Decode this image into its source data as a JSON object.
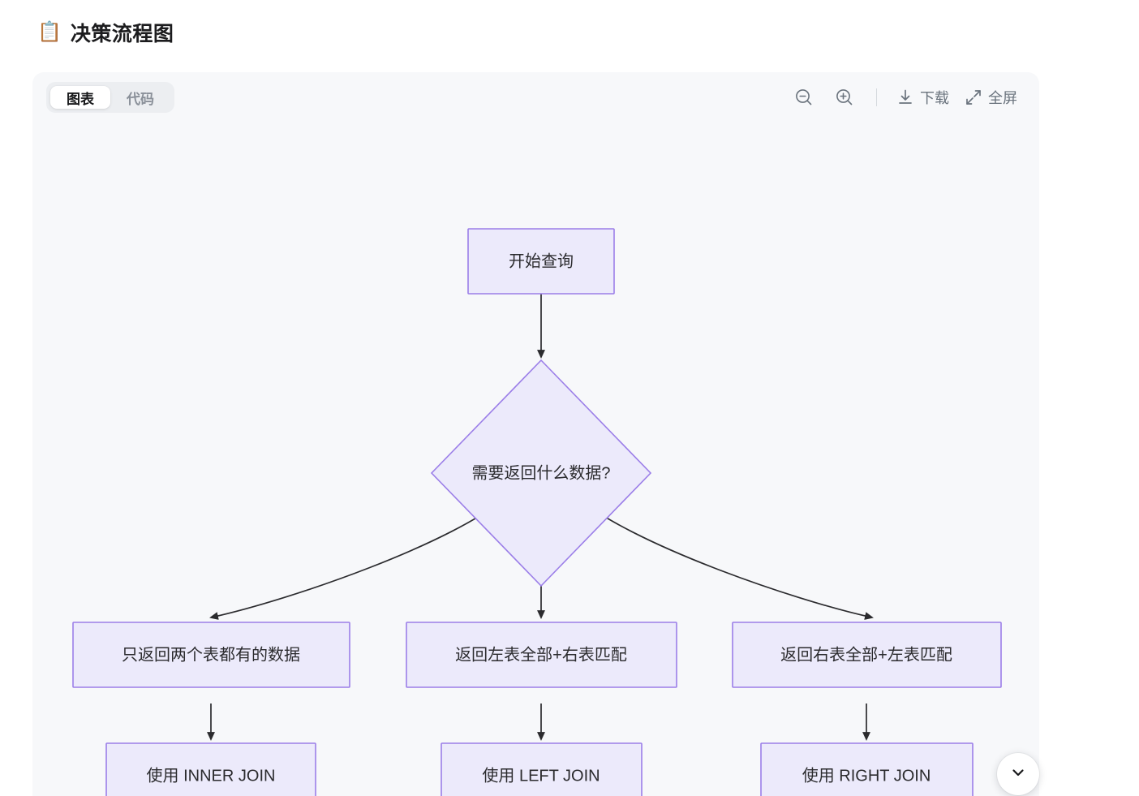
{
  "page": {
    "title": "决策流程图",
    "title_icon": "📋"
  },
  "panel": {
    "tabs": [
      {
        "label": "图表",
        "active": true
      },
      {
        "label": "代码",
        "active": false
      }
    ],
    "toolbar": {
      "zoom_out_icon": "zoom-out-icon",
      "zoom_in_icon": "zoom-in-icon",
      "download_label": "下载",
      "fullscreen_label": "全屏"
    }
  },
  "fab": {
    "icon": "chevron-down-icon"
  },
  "colors": {
    "node_fill": "#ECEAFB",
    "node_stroke": "#9B7EE8",
    "edge": "#2b2b2e",
    "canvas_bg": "#F7F8FA",
    "page_bg": "#FFFFFF",
    "text": "#2B2B2E"
  },
  "flowchart": {
    "type": "flowchart",
    "direction": "top-down",
    "nodes": [
      {
        "id": "start",
        "label": "开始查询",
        "shape": "rect"
      },
      {
        "id": "decide",
        "label": "需要返回什么数据?",
        "shape": "diamond"
      },
      {
        "id": "c1",
        "label": "只返回两个表都有的数据",
        "shape": "rect"
      },
      {
        "id": "c2",
        "label": "返回左表全部+右表匹配",
        "shape": "rect"
      },
      {
        "id": "c3",
        "label": "返回右表全部+左表匹配",
        "shape": "rect"
      },
      {
        "id": "r1",
        "label": "使用 INNER JOIN",
        "shape": "rect"
      },
      {
        "id": "r2",
        "label": "使用 LEFT JOIN",
        "shape": "rect"
      },
      {
        "id": "r3",
        "label": "使用 RIGHT JOIN",
        "shape": "rect"
      }
    ],
    "edges": [
      {
        "from": "start",
        "to": "decide",
        "label": ""
      },
      {
        "from": "decide",
        "to": "c1",
        "label": ""
      },
      {
        "from": "decide",
        "to": "c2",
        "label": ""
      },
      {
        "from": "decide",
        "to": "c3",
        "label": ""
      },
      {
        "from": "c1",
        "to": "r1",
        "label": ""
      },
      {
        "from": "c2",
        "to": "r2",
        "label": ""
      },
      {
        "from": "c3",
        "to": "r3",
        "label": ""
      }
    ]
  }
}
